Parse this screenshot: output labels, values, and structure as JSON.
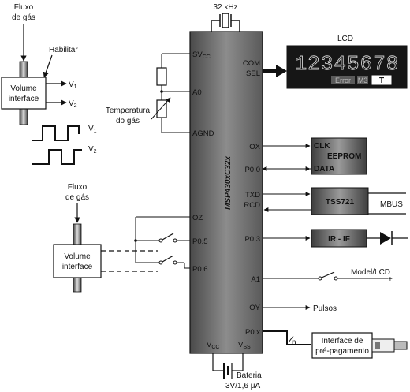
{
  "crystal": {
    "label": "32 kHz"
  },
  "mcu": {
    "name": "MSP430xC32x",
    "pins_left": {
      "svcc": "SV",
      "svcc_sub": "CC",
      "a0": "A0",
      "agnd": "AGND",
      "oz": "OZ",
      "p05": "P0.5",
      "p06": "P0.6"
    },
    "pins_right": {
      "com": "COM",
      "sel": "SEL",
      "ox": "OX",
      "p00": "P0.0",
      "txd": "TXD",
      "rcd": "RCD",
      "p03": "P0.3",
      "a1": "A1",
      "oy": "OY",
      "p0x": "P0.x"
    },
    "pins_bottom": {
      "vcc": "V",
      "vcc_sub": "CC",
      "vss": "V",
      "vss_sub": "SS"
    }
  },
  "lcd": {
    "title": "LCD",
    "digits": "12345678",
    "flag_error": "Error",
    "flag_mid": "M3",
    "flag_t": "T"
  },
  "eeprom": {
    "clk": "CLK",
    "name": "EEPROM",
    "data": "DATA"
  },
  "tss": {
    "name": "TSS721",
    "bus": "MBUS"
  },
  "ir": {
    "name": "IR - IF"
  },
  "model": {
    "label": "Model/LCD",
    "sign": "+"
  },
  "pulsos": {
    "label": "Pulsos"
  },
  "prepay": {
    "line1": "Interface de",
    "line2": "pré-pagamento",
    "n": "n"
  },
  "battery": {
    "line1": "Bateria",
    "line2": "3V/1,6 μA"
  },
  "volume_top": {
    "flow_line1": "Fluxo",
    "flow_line2": "de gás",
    "enable": "Habilitar",
    "box_line1": "Volume",
    "box_line2": "interface",
    "out1": "V",
    "out1_sub": "1",
    "out2": "V",
    "out2_sub": "2"
  },
  "waveform": {
    "v1": "V",
    "v1_sub": "1",
    "v2": "V",
    "v2_sub": "2"
  },
  "temperature": {
    "line1": "Temperatura",
    "line2": "do gás"
  },
  "volume_bottom": {
    "flow_line1": "Fluxo",
    "flow_line2": "de gás",
    "box_line1": "Volume",
    "box_line2": "interface"
  }
}
